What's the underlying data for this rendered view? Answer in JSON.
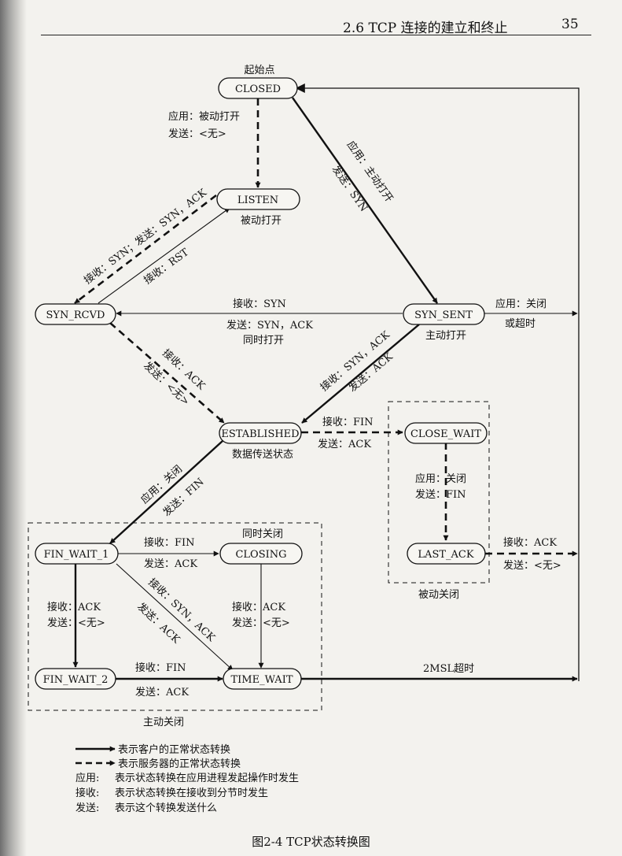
{
  "header": {
    "section": "2.6   TCP 连接的建立和终止",
    "page_number": "35"
  },
  "diagram": {
    "start_label": "起始点",
    "states": {
      "closed": "CLOSED",
      "listen": "LISTEN",
      "syn_rcvd": "SYN_RCVD",
      "syn_sent": "SYN_SENT",
      "established": "ESTABLISHED",
      "close_wait": "CLOSE_WAIT",
      "last_ack": "LAST_ACK",
      "fin_wait_1": "FIN_WAIT_1",
      "closing": "CLOSING",
      "fin_wait_2": "FIN_WAIT_2",
      "time_wait": "TIME_WAIT"
    },
    "state_notes": {
      "listen": "被动打开",
      "syn_sent": "主动打开",
      "established": "数据传送状态",
      "closing": "同时关闭",
      "passive_close": "被动关闭",
      "active_close": "主动关闭"
    },
    "transitions": {
      "closed_listen_app": "应用：被动打开",
      "closed_listen_send": "发送：<无>",
      "closed_synsent_app": "应用：主动打开",
      "closed_synsent_send": "发送：SYN",
      "listen_synrcvd": "接收：SYN；发送：SYN，ACK",
      "synrcvd_listen": "接收：RST",
      "synsent_synrcvd_recv": "接收：SYN",
      "synsent_synrcvd_send": "发送：SYN，ACK",
      "synsent_synrcvd_note": "同时打开",
      "synsent_close_app": "应用：关闭",
      "synsent_close_timeout": "或超时",
      "synrcvd_est_recv": "接收：ACK",
      "synrcvd_est_send": "发送：<无>",
      "synsent_est_recv": "接收：SYN，ACK",
      "synsent_est_send": "发送：ACK",
      "est_closewait_recv": "接收：FIN",
      "est_closewait_send": "发送：ACK",
      "closewait_lastack_app": "应用：关闭",
      "closewait_lastack_send": "发送：FIN",
      "lastack_recv": "接收：ACK",
      "lastack_send": "发送：<无>",
      "est_finwait1_app": "应用：关闭",
      "est_finwait1_send": "发送：FIN",
      "finwait1_closing_recv": "接收：FIN",
      "finwait1_closing_send": "发送：ACK",
      "finwait1_timewait_recv": "接收：SYN，ACK",
      "finwait1_timewait_send": "发送：ACK",
      "finwait1_finwait2_recv": "接收：ACK",
      "finwait1_finwait2_send": "发送：<无>",
      "closing_timewait_recv": "接收：ACK",
      "closing_timewait_send": "发送：<无>",
      "finwait2_timewait_recv": "接收：FIN",
      "finwait2_timewait_send": "发送：ACK",
      "timewait_timeout": "2MSL超时"
    },
    "legend": {
      "solid": "表示客户的正常状态转换",
      "dashed": "表示服务器的正常状态转换",
      "app_key": "应用:",
      "app_desc": "表示状态转换在应用进程发起操作时发生",
      "recv_key": "接收:",
      "recv_desc": "表示状态转换在接收到分节时发生",
      "send_key": "发送:",
      "send_desc": "表示这个转换发送什么"
    }
  },
  "caption": "图2-4   TCP状态转换图"
}
